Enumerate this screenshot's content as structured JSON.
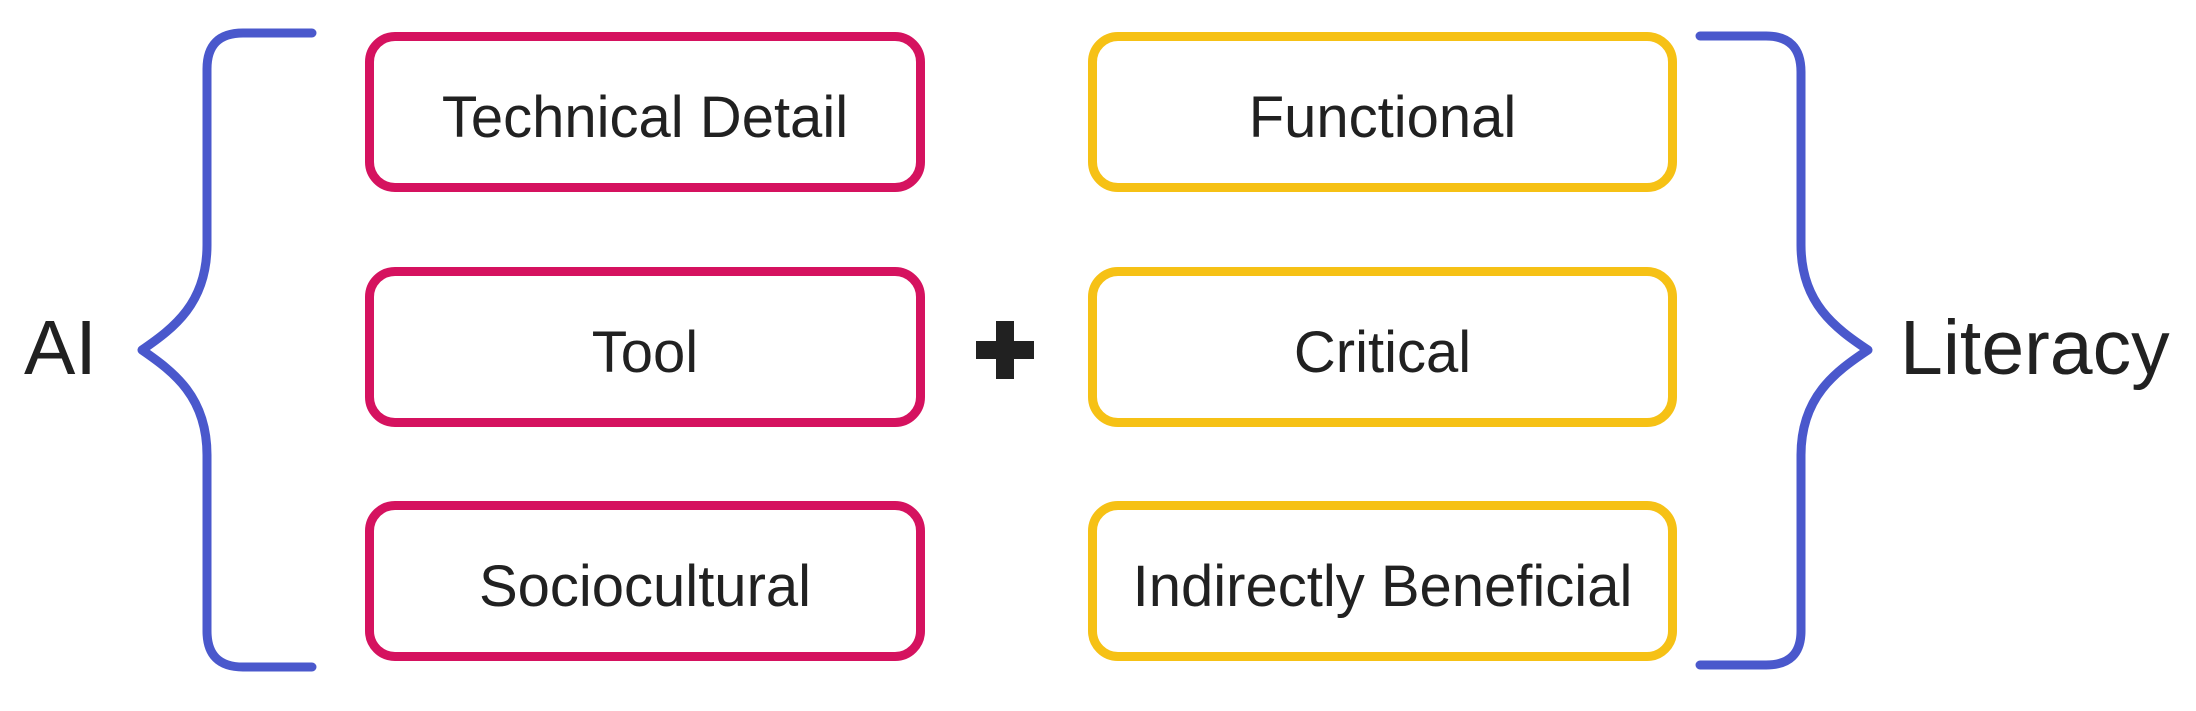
{
  "left_label": "AI",
  "right_label": "Literacy",
  "operator": "+",
  "left_group": {
    "items": [
      "Technical Detail",
      "Tool",
      "Sociocultural"
    ]
  },
  "right_group": {
    "items": [
      "Functional",
      "Critical",
      "Indirectly Beneficial"
    ]
  },
  "icons": {
    "left_brace": "left-curly-brace",
    "right_brace": "right-curly-brace",
    "plus": "plus-sign"
  },
  "colors": {
    "left_box_border": "#d5125f",
    "right_box_border": "#f6c115",
    "brace": "#4a58cc",
    "text": "#212121",
    "background": "#ffffff"
  }
}
